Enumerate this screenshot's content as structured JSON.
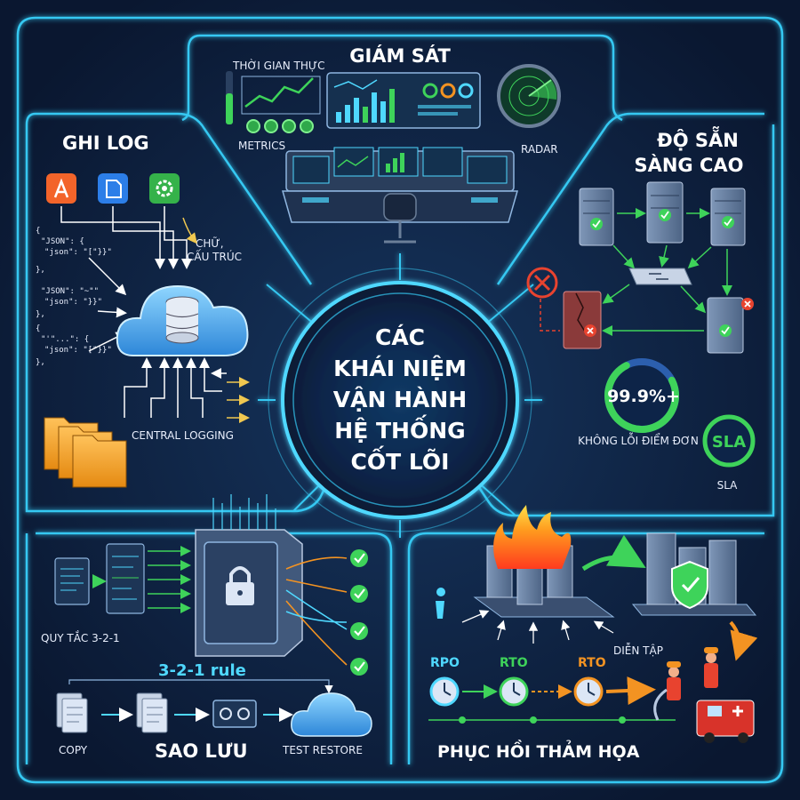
{
  "center": {
    "lines": [
      "CÁC",
      "KHÁI NIỆM",
      "VẬN HÀNH",
      "HỆ THỐNG",
      "CỐT LÕI"
    ]
  },
  "monitoring": {
    "title": "GIÁM SÁT",
    "realtime": "THỜI GIAN THỰC",
    "metrics": "METRICS",
    "radar": "RADAR"
  },
  "logging": {
    "title": "GHI LOG",
    "structured": [
      "CHỮ,",
      "CẤU TRÚC"
    ],
    "central": "CENTRAL LOGGING",
    "json_lines": [
      "{",
      "\"JSON\": {",
      "\"json\": \"[\"}}\"",
      "},",
      "\"JSON\": \"~\"\"",
      "\"json\": \"}}\"",
      "},",
      "{",
      "\"'\"...\": {",
      "\"json\": \"[\"}}\"",
      "},"
    ]
  },
  "availability": {
    "title": [
      "ĐỘ SẴN",
      "SÀNG CAO"
    ],
    "uptime": "99.9%+",
    "no_spof": "KHÔNG LỖI ĐIỂM ĐƠN",
    "sla_badge": "SLA",
    "sla_label": "SLA"
  },
  "backup": {
    "rule_label": "QUY TẮC 3-2-1",
    "rule": "3-2-1 rule",
    "copy": "COPY",
    "title": "SAO LƯU",
    "test_restore": "TEST RESTORE"
  },
  "disaster": {
    "drill": "DIỄN TẬP",
    "rpo": "RPO",
    "rto1": "RTO",
    "rto2": "RTO",
    "title": "PHỤC HỒI THẢM HỌA"
  },
  "colors": {
    "background": "#0b1a33",
    "neon": "#35c8f2",
    "green": "#3ed35a",
    "red": "#e8432f",
    "orange": "#f39322"
  }
}
